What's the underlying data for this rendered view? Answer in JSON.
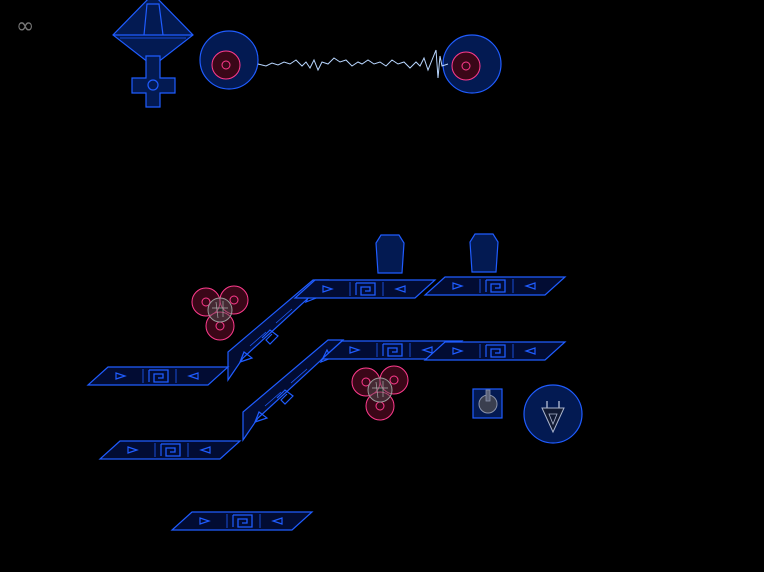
{
  "hud": {
    "lives_symbol": "∞",
    "lives_icon": "infinity-icon"
  },
  "colors": {
    "background": "#000000",
    "neon_blue": "#1f5cff",
    "dark_blue": "#041a4a",
    "magenta": "#ff3b8d",
    "wave": "#b8d6ff"
  },
  "pieces": {
    "platforms": [
      "platform-tile",
      "platform-tile",
      "platform-tile",
      "platform-tile",
      "platform-tile",
      "platform-tile",
      "platform-tile"
    ],
    "ramps": [
      "ramp-tile",
      "ramp-tile"
    ],
    "emitters": [
      "emitter-left",
      "emitter-right"
    ],
    "goal": "diamond-goal-icon",
    "bumpers": [
      "tri-bumper-icon",
      "tri-bumper-icon"
    ],
    "posts": [
      "post-icon",
      "post-icon"
    ],
    "tools": [
      "switch-icon",
      "plug-icon"
    ]
  }
}
